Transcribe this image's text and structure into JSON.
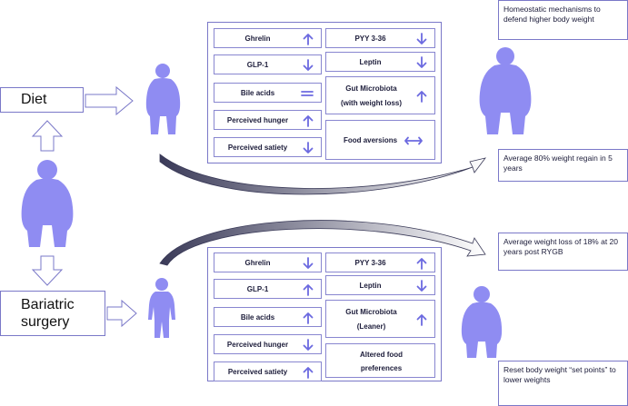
{
  "colors": {
    "figure": "#8f8cf2",
    "arrow": "#6c6ae0",
    "border": "#7a78c8"
  },
  "paths": {
    "diet": "Diet",
    "surgery_line1": "Bariatric",
    "surgery_line2": "surgery"
  },
  "diet_table": {
    "left": [
      {
        "label": "Ghrelin",
        "icon": "arrow-up"
      },
      {
        "label": "GLP-1",
        "icon": "arrow-down"
      },
      {
        "label": "Bile acids",
        "icon": "equals"
      },
      {
        "label": "Perceived hunger",
        "icon": "arrow-up"
      },
      {
        "label": "Perceived satiety",
        "icon": "arrow-down"
      }
    ],
    "right": [
      {
        "label": "PYY 3-36",
        "icon": "arrow-down"
      },
      {
        "label": "Leptin",
        "icon": "arrow-down"
      },
      {
        "label": "Gut Microbiota",
        "sub": "(with weight loss)",
        "icon": "arrow-up"
      },
      {
        "label": "Food aversions",
        "icon": "double-arrow"
      }
    ]
  },
  "surgery_table": {
    "left": [
      {
        "label": "Ghrelin",
        "icon": "arrow-down"
      },
      {
        "label": "GLP-1",
        "icon": "arrow-up"
      },
      {
        "label": "Bile acids",
        "icon": "arrow-up"
      },
      {
        "label": "Perceived hunger",
        "icon": "arrow-down"
      },
      {
        "label": "Perceived satiety",
        "icon": "arrow-up"
      }
    ],
    "right": [
      {
        "label": "PYY 3-36",
        "icon": "arrow-up"
      },
      {
        "label": "Leptin",
        "icon": "arrow-down"
      },
      {
        "label": "Gut Microbiota",
        "sub": "(Leaner)",
        "icon": "arrow-up"
      },
      {
        "label": "Altered food",
        "sub": "preferences",
        "icon": "none"
      }
    ]
  },
  "notes": {
    "homeostatic": "Homeostatic mechanisms to defend higher body weight",
    "regain": "Average 80% weight regain in 5 years",
    "loss": "Average weight loss of 18% at 20 years post RYGB",
    "reset": "Reset body weight “set points” to lower weights"
  }
}
